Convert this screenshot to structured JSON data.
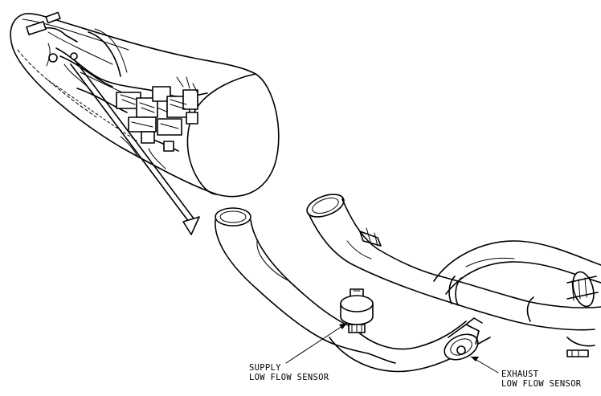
{
  "labels": {
    "supply": {
      "line1": "SUPPLY",
      "line2": "LOW FLOW SENSOR"
    },
    "exhaust": {
      "line1": "EXHAUST",
      "line2": "LOW FLOW SENSOR"
    }
  },
  "colors": {
    "ink": "#000000",
    "paper": "#ffffff"
  }
}
